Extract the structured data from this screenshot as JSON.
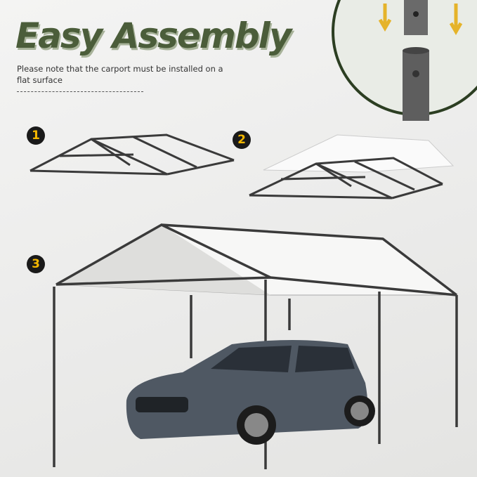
{
  "title": "Easy Assembly",
  "note": "Please note that the carport must be installed on a flat surface",
  "steps": [
    "1",
    "2",
    "3"
  ],
  "colors": {
    "title": "#4b5d3a",
    "badge_number": "#f5b800",
    "arrow": "#e5b32a",
    "frame": "#3a3a3a"
  }
}
